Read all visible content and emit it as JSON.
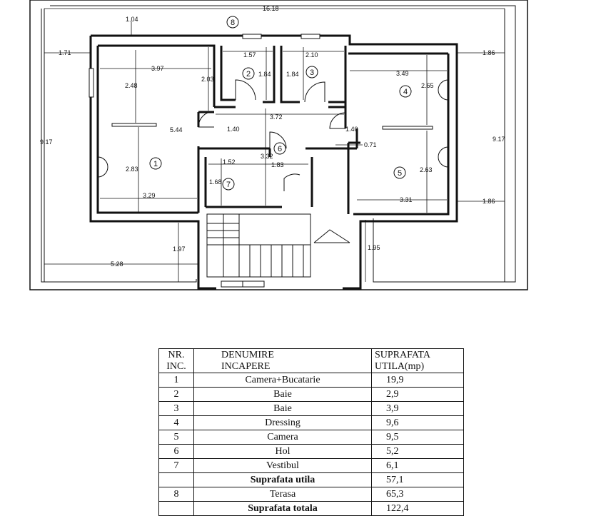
{
  "plan": {
    "dimensions": {
      "overall_width": "16.18",
      "top_offset": "1.04",
      "left_offset": "1.71",
      "right_offset_top": "1.86",
      "right_offset_bottom": "1.86",
      "total_height_left": "9.17",
      "total_height_right": "9.17",
      "r1_width": "3.97",
      "r1_upper_height": "2.48",
      "r1_left_height": "5.44",
      "r1_lower_height": "2.83",
      "r1_bottom_width": "3.29",
      "col_2_03": "2.03",
      "bath2_width": "1.57",
      "bath2_height": "1.84",
      "bath3_width": "2.10",
      "bath3_height": "1.84",
      "hall_width": "3.72",
      "hall_left_height": "1.40",
      "hall_right_height": "1.40",
      "hall_center_height": "3.32",
      "vest_width": "1.52",
      "vest_height": "1.68",
      "hall_lower_width": "1.83",
      "r4_width": "3.49",
      "r4_height": "2.65",
      "r45_offset": "0.71",
      "r5_height": "2.63",
      "r5_width": "3.31",
      "bottom_left_width": "5.28",
      "bottom_left_height": "1.97",
      "bottom_right_height": "1.95"
    },
    "room_markers": [
      "1",
      "2",
      "3",
      "4",
      "5",
      "6",
      "7",
      "8"
    ]
  },
  "table": {
    "headers": {
      "nr_line1": "NR.",
      "nr_line2": "INC.",
      "name_line1": "DENUMIRE",
      "name_line2": "INCAPERE",
      "area_line1": "SUPRAFATA",
      "area_line2": "UTILA(mp)"
    },
    "rows": [
      {
        "nr": "1",
        "name": "Camera+Bucatarie",
        "area": "19,9"
      },
      {
        "nr": "2",
        "name": "Baie",
        "area": "2,9"
      },
      {
        "nr": "3",
        "name": "Baie",
        "area": "3,9"
      },
      {
        "nr": "4",
        "name": "Dressing",
        "area": "9,6"
      },
      {
        "nr": "5",
        "name": "Camera",
        "area": "9,5"
      },
      {
        "nr": "6",
        "name": "Hol",
        "area": "5,2"
      },
      {
        "nr": "7",
        "name": "Vestibul",
        "area": "6,1"
      }
    ],
    "subtotal": {
      "label": "Suprafata utila",
      "area": "57,1"
    },
    "terrace": {
      "nr": "8",
      "name": "Terasa",
      "area": "65,3"
    },
    "total": {
      "label": "Suprafata totala",
      "area": "122,4"
    }
  }
}
